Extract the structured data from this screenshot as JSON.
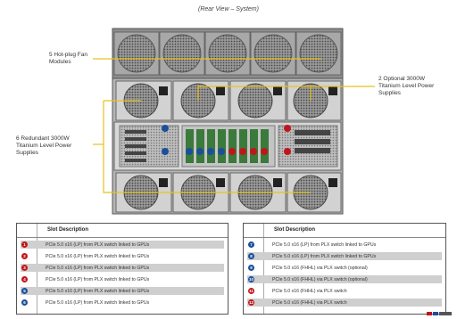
{
  "header": {
    "title": "(Rear View – System)"
  },
  "callouts": {
    "fans": [
      "5 Hot-plug Fan",
      "Modules"
    ],
    "optional_psu": [
      "2 Optional 3000W",
      "Titanium Level Power",
      "Supplies"
    ],
    "redundant_psu": [
      "6 Redundant 3000W",
      "Titanium Level Power",
      "Supplies"
    ]
  },
  "table_left": {
    "header": "Slot Description",
    "rows": [
      {
        "num": "1",
        "color": "#c0161b",
        "text": "PCIe 5.0 x16 (LP) from PLX switch linked to GPUs"
      },
      {
        "num": "2",
        "color": "#c0161b",
        "text": "PCIe 5.0 x16 (LP) from PLX switch linked to GPUs"
      },
      {
        "num": "3",
        "color": "#c0161b",
        "text": "PCIe 5.0 x16 (LP) from PLX switch linked to GPUs"
      },
      {
        "num": "4",
        "color": "#c0161b",
        "text": "PCIe 5.0 x16 (LP) from PLX switch linked to GPUs"
      },
      {
        "num": "5",
        "color": "#1a4f9c",
        "text": "PCIe 5.0 x16 (LP) from PLX switch linked to GPUs"
      },
      {
        "num": "6",
        "color": "#1a4f9c",
        "text": "PCIe 5.0 x16 (LP) from PLX switch linked to GPUs"
      }
    ]
  },
  "table_right": {
    "header": "Slot Description",
    "rows": [
      {
        "num": "7",
        "color": "#1a4f9c",
        "text": "PCIe 5.0 x16 (LP) from PLX switch linked to GPUs"
      },
      {
        "num": "8",
        "color": "#1a4f9c",
        "text": "PCIe 5.0 x16 (LP) from PLX switch linked to GPUs"
      },
      {
        "num": "9",
        "color": "#1a4f9c",
        "text": "PCIe 5.0 x16 (FHHL) via PLX switch (optional)"
      },
      {
        "num": "10",
        "color": "#1a4f9c",
        "text": "PCIe 5.0 x16 (FHHL) via PLX switch (optional)"
      },
      {
        "num": "11",
        "color": "#c0161b",
        "text": "PCIe 5.0 x16 (FHHL) via PLX switch"
      },
      {
        "num": "12",
        "color": "#c0161b",
        "text": "PCIe 5.0 x16 (FHHL) via PLX switch"
      }
    ]
  }
}
